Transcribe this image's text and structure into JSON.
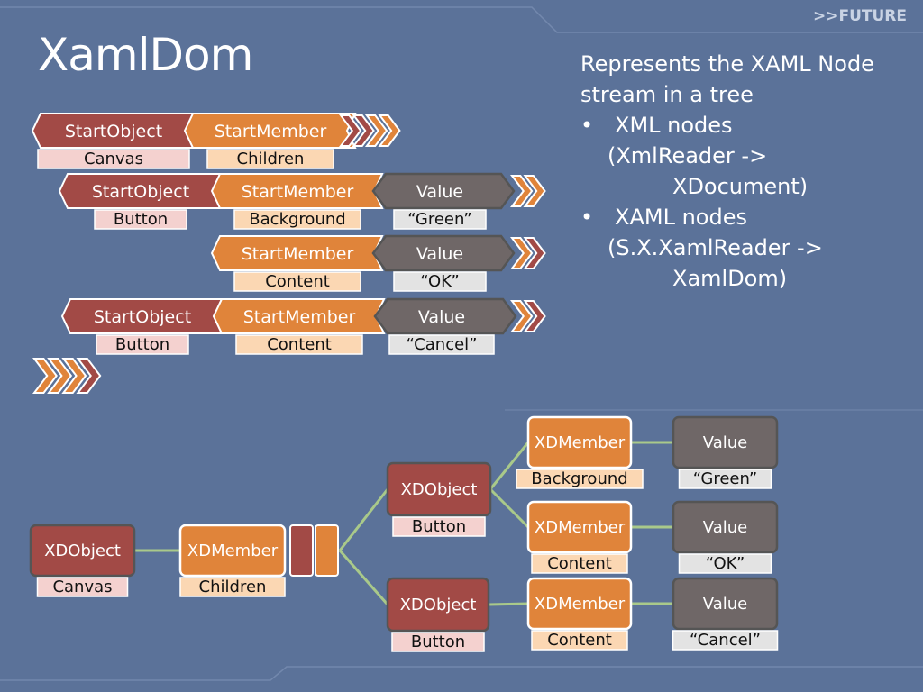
{
  "slide": {
    "title": "XamlDom",
    "brand": ">>FUTURE",
    "description": {
      "intro_line1": "Represents the XAML Node",
      "intro_line2": "stream in a tree",
      "bullets": [
        {
          "label": "XML nodes",
          "detail1": "(XmlReader ->",
          "detail2": "XDocument)"
        },
        {
          "label": "XAML nodes",
          "detail1": "(S.X.XamlReader ->",
          "detail2": "XamlDom)"
        }
      ]
    }
  },
  "colors": {
    "background": "#5b7299",
    "object_red": "#a24a46",
    "member_orange": "#e0843a",
    "value_gray": "#6f6767",
    "label_pink": "#f4d1cf",
    "label_peach": "#fbd7b3",
    "label_gray": "#e3e3e3"
  },
  "node_stream": {
    "rows": [
      {
        "tokens": [
          {
            "kind": "StartObject",
            "label": "Canvas"
          },
          {
            "kind": "StartMember",
            "label": "Children"
          }
        ]
      },
      {
        "tokens": [
          {
            "kind": "StartObject",
            "label": "Button"
          },
          {
            "kind": "StartMember",
            "label": "Background"
          },
          {
            "kind": "Value",
            "label": "“Green”"
          }
        ]
      },
      {
        "tokens": [
          {
            "kind": "StartMember",
            "label": "Content"
          },
          {
            "kind": "Value",
            "label": "“OK”"
          }
        ]
      },
      {
        "tokens": [
          {
            "kind": "StartObject",
            "label": "Button"
          },
          {
            "kind": "StartMember",
            "label": "Content"
          },
          {
            "kind": "Value",
            "label": "“Cancel”"
          }
        ]
      }
    ]
  },
  "tree": {
    "nodes": [
      {
        "id": "canvas",
        "kind": "XDObject",
        "label": "Canvas"
      },
      {
        "id": "children",
        "kind": "XDMember",
        "label": "Children"
      },
      {
        "id": "button1",
        "kind": "XDObject",
        "label": "Button"
      },
      {
        "id": "button2",
        "kind": "XDObject",
        "label": "Button"
      },
      {
        "id": "background",
        "kind": "XDMember",
        "label": "Background"
      },
      {
        "id": "content1",
        "kind": "XDMember",
        "label": "Content"
      },
      {
        "id": "content2",
        "kind": "XDMember",
        "label": "Content"
      },
      {
        "id": "v_green",
        "kind": "Value",
        "label": "“Green”"
      },
      {
        "id": "v_ok",
        "kind": "Value",
        "label": "“OK”"
      },
      {
        "id": "v_cancel",
        "kind": "Value",
        "label": "“Cancel”"
      }
    ],
    "edges": [
      [
        "canvas",
        "children"
      ],
      [
        "children",
        "button1"
      ],
      [
        "children",
        "button2"
      ],
      [
        "button1",
        "background"
      ],
      [
        "button1",
        "content1"
      ],
      [
        "button2",
        "content2"
      ],
      [
        "background",
        "v_green"
      ],
      [
        "content1",
        "v_ok"
      ],
      [
        "content2",
        "v_cancel"
      ]
    ]
  }
}
